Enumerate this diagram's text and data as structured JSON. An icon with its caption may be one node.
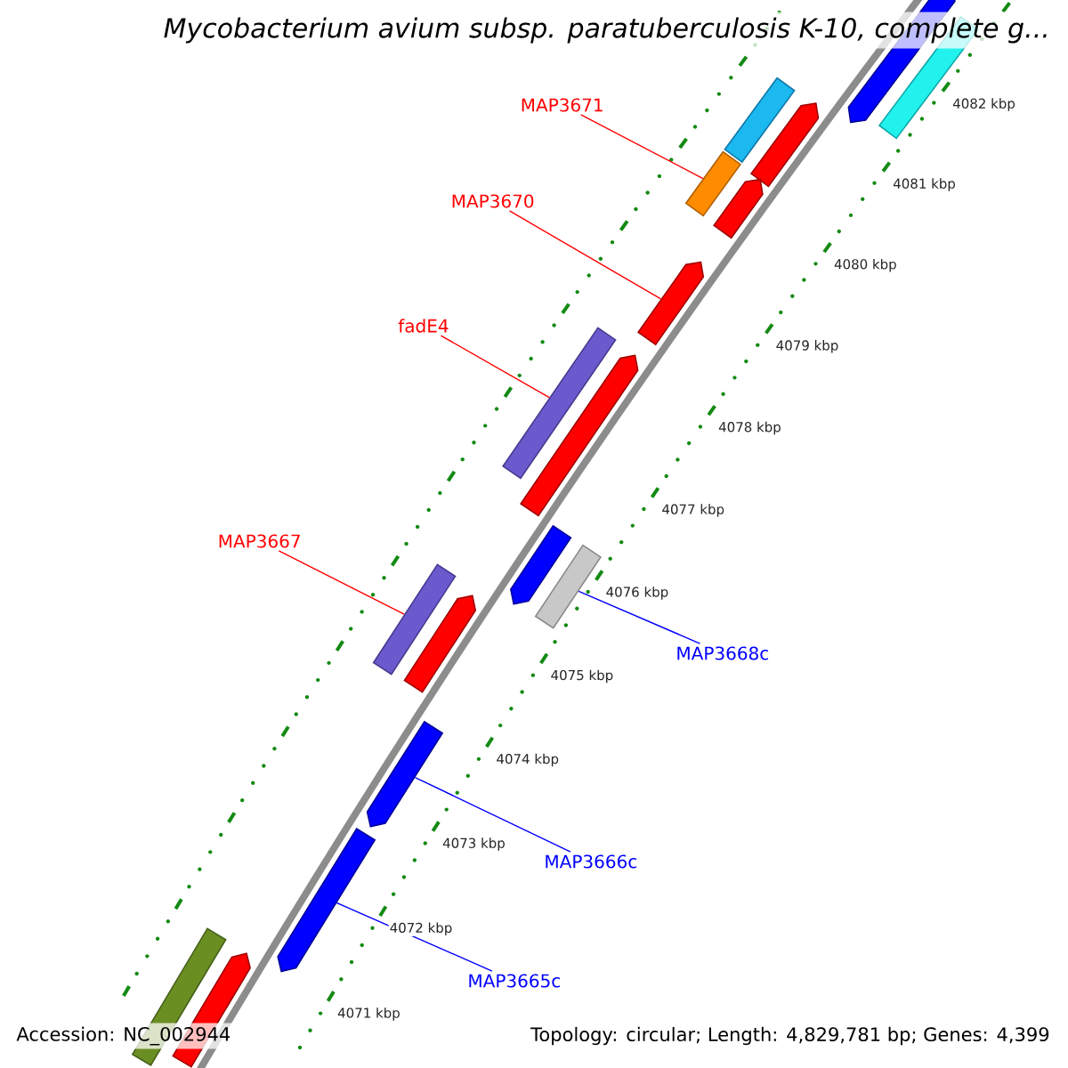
{
  "diagram": {
    "title": "Mycobacterium avium subsp. paratuberculosis K-10, complete g...",
    "nodes": [
      {
        "text": [
          "MAP3671"
        ]
      },
      {
        "text": [
          "MAP3670"
        ]
      },
      {
        "text": [
          "fadE4"
        ]
      },
      {
        "text": [
          "MAP3667"
        ]
      },
      {
        "text": [
          "MAP3668c"
        ]
      },
      {
        "text": [
          "MAP3666c"
        ]
      },
      {
        "text": [
          "MAP3665c"
        ]
      },
      {
        "text": [],
        "shape": "pentagon"
      },
      {
        "text": [],
        "shape": "bar"
      },
      {
        "text": [],
        "shape": "bar"
      },
      {
        "text": [],
        "shape": "pentagon"
      },
      {
        "text": [],
        "shape": "bar"
      },
      {
        "text": [],
        "shape": "pentagon"
      },
      {
        "text": [],
        "shape": "pentagon"
      },
      {
        "text": [],
        "shape": "bar"
      },
      {
        "text": [],
        "shape": "pentagon"
      },
      {
        "text": [],
        "shape": "pentagon"
      },
      {
        "text": [],
        "shape": "bar"
      },
      {
        "text": [],
        "shape": "bar"
      },
      {
        "text": [],
        "shape": "pentagon"
      },
      {
        "text": [],
        "shape": "pentagon"
      },
      {
        "text": [],
        "shape": "pentagon"
      },
      {
        "text": [],
        "shape": "bar"
      },
      {
        "text": [],
        "shape": "pentagon"
      }
    ],
    "edges": [
      {
        "from": 0,
        "to": 11,
        "arrow": "none"
      },
      {
        "from": 1,
        "to": 13,
        "arrow": "none"
      },
      {
        "from": 2,
        "to": 14,
        "arrow": "none"
      },
      {
        "from": 3,
        "to": 18,
        "arrow": "none"
      },
      {
        "from": 4,
        "to": 17,
        "arrow": "none",
        "color": "#0000ff"
      },
      {
        "from": 5,
        "to": 20,
        "arrow": "none",
        "color": "#0000ff"
      },
      {
        "from": 6,
        "to": 21,
        "arrow": "none",
        "color": "#0000ff"
      }
    ],
    "labels": [
      "4082 kbp",
      "4081 kbp",
      "4080 kbp",
      "4079 kbp",
      "4078 kbp",
      "4077 kbp",
      "4076 kbp",
      "4075 kbp",
      "4074 kbp",
      "4073 kbp",
      "4072 kbp",
      "4071 kbp",
      "Accession: NC_002944",
      "Topology: circular; Length: 4,829,781 bp; Genes: 4,399"
    ]
  }
}
